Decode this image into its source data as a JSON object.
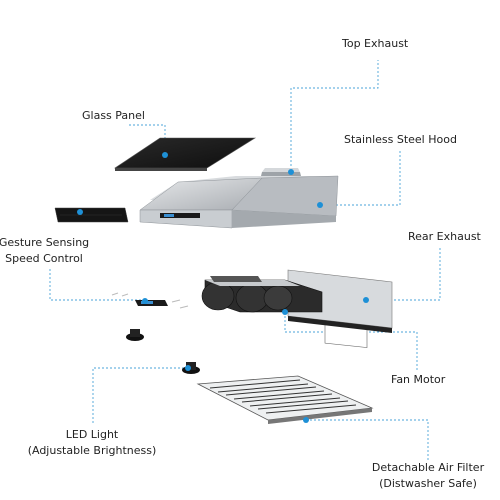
{
  "labels": {
    "top_exhaust": "Top Exhaust",
    "glass_panel": "Glass Panel",
    "stainless_hood": "Stainless Steel Hood",
    "gesture_line1": "Gesture Sensing",
    "gesture_line2": "Speed Control",
    "rear_exhaust": "Rear Exhaust",
    "fan_motor": "Fan Motor",
    "led_line1": "LED Light",
    "led_line2": "(Adjustable Brightness)",
    "filter_line1": "Detachable Air Filter",
    "filter_line2": "(Distwasher Safe)"
  },
  "colors": {
    "leader": "#4aa3d8",
    "marker": "#1e90d6",
    "steel": "#c8ccd0",
    "dark": "#1c1c1c"
  }
}
